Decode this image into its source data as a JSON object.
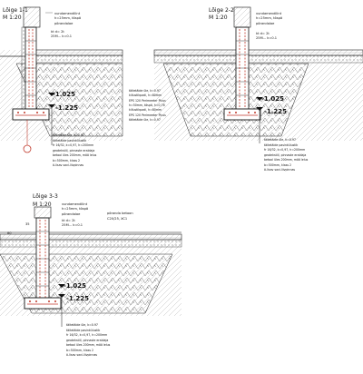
{
  "sections": [
    {
      "title": "Lõige 1-1",
      "scale": "M 1:20",
      "top_labels": [
        "vundamendilint",
        "h=25mm, tõspä",
        "põrandalae",
        "kt d= 2t",
        "25M... k=0.1"
      ],
      "side_notes": [
        "täitetäide üle, k=0.97",
        "killustikpadi, h=80mm",
        "EPS 120 Perimeeter Pluss",
        "h=50mm, tõspä, h=0,76",
        "killustikpadi, h=80mm",
        "EPS 120 Perimeeter Pluss",
        "täitetäide üle, k=0.97"
      ],
      "bottom_notes": [
        "täitetäide üle, k=0.97",
        "täitetäide pasinkülustik",
        "fr 16/32, k=0,97, h=200mm",
        "geotekstiil, pinnaste eraldaja",
        "betool üles 200mm, mõõ lelus",
        "b=500mm, klass 2",
        "ö-lisav savi-liivpinnas"
      ],
      "elevations": [
        "-1.025",
        "-1.225"
      ]
    },
    {
      "title": "Lõige 2-2",
      "scale": "M 1:20",
      "top_labels": [
        "vundamendilint",
        "h=25mm, tõspä",
        "põrandalae",
        "kt d= 2t",
        "25M... k=0.1"
      ],
      "bottom_notes": [
        "täitetäide üle, k=0.97",
        "täitetäide pasinkülustik",
        "fr 16/32, k=0,97, h=200mm",
        "geotekstiil, pinnaste eraldaja",
        "betool üles 200mm, mõõ lelus",
        "b=500mm, klass 2",
        "ö-lisav savi-liivpinnas"
      ],
      "elevations": [
        "-1.025",
        "-1.225"
      ]
    },
    {
      "title": "Lõige 3-3",
      "scale": "M 1:20",
      "top_labels": [
        "vundamendilint",
        "h=25mm, tõspä",
        "põrandalae",
        "kt d= 2t",
        "25M... k=0.1"
      ],
      "right_labels": [
        "põranda betoon",
        "C20/25, XC1"
      ],
      "dims": [
        "35",
        "80"
      ],
      "bottom_notes": [
        "täitetäide üle, k=0.97",
        "täitetäide pasinkülustik",
        "fr 16/32, k=0,97, h=200mm",
        "geotekstiil, pinnaste eraldaja",
        "betool üles 200mm, mõõ lelus",
        "b=500mm, klass 2",
        "ö-lisav savi-liivpinnas"
      ],
      "elevations": [
        "-1.025",
        "-1.225"
      ]
    }
  ]
}
